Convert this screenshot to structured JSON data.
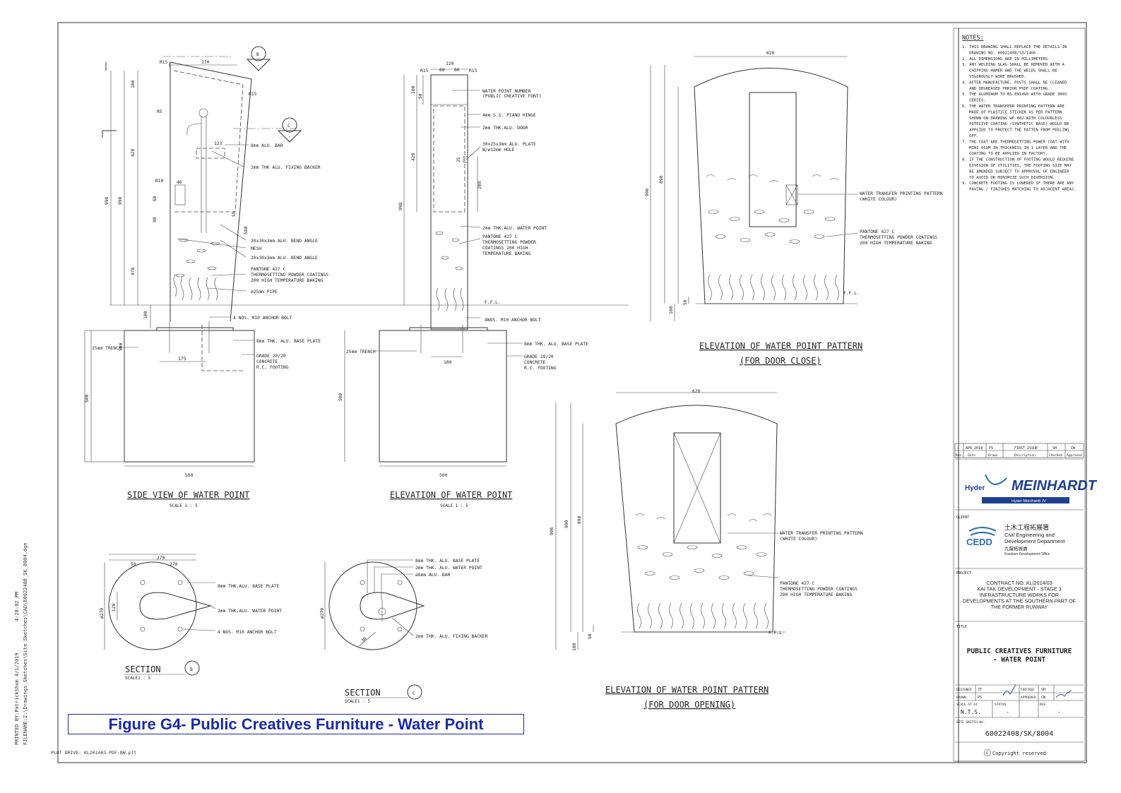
{
  "figure_caption": "Figure G4- Public Creatives Furniture - Water Point",
  "printed_by": "PRINTED BY:PatrickShum  4/1/2019",
  "print_time": "4:28:02 PM",
  "filename": "FILENAME:Z:\\Drawings_Sketches\\Site Sketches\\CAD\\60022408_SK_8004.dgn",
  "plot_drive": "PLOT DRIVE:  KL201403-PDF-BW.plt",
  "views": {
    "side_view": {
      "title": "SIDE VIEW OF WATER POINT",
      "scale": "SCALE 1 : 5"
    },
    "elevation": {
      "title": "ELEVATION OF WATER POINT",
      "scale": "SCALE 1 : 5"
    },
    "pattern_close": {
      "title": "ELEVATION OF WATER POINT PATTERN",
      "subtitle": "(FOR DOOR CLOSE)"
    },
    "pattern_open": {
      "title": "ELEVATION OF WATER POINT PATTERN",
      "subtitle": "(FOR DOOR OPENING)"
    },
    "section_b": {
      "title": "SECTION",
      "scale": "SCALE1 : 5",
      "mark": "B"
    },
    "section_c": {
      "title": "SECTION",
      "scale": "SCALE1 : 5",
      "mark": "C"
    }
  },
  "section_marks": {
    "b": "B",
    "c": "C",
    "dash": "-"
  },
  "side_labels": {
    "alu_bar": "8mm ALU. BAR",
    "fixing_backer": "2mm THK ALU. FIXING BACKER",
    "bend_angle_1": "20x30x3mm ALU. BEND ANGLE",
    "mesh": "MESH",
    "bend_angle_2": "20x30x3mm ALU. BEND ANGLE",
    "pantone_1": "PANTONE 427 C",
    "pantone_2": "THERMOSETTING POWDER COATINGS",
    "pantone_3": "200 HIGH TEMPERATURE BAKING",
    "pipe": "ø25mm PIPE",
    "anchor": "4 NOS. M10 ANCHOR BOLT",
    "base_plate": "8mm THK. ALU. BASE PLATE",
    "trench": "25mm TRENCH",
    "grade_1": "GRADE 20/20",
    "grade_2": "CONCRETE",
    "grade_3": "R.C. FOOTING"
  },
  "side_dims": {
    "w270": "270",
    "r15a": "R15",
    "r15b": "R15",
    "r5": "R5",
    "d100": "100",
    "d420": "420",
    "d68": "68",
    "d90": "90",
    "d998a": "998",
    "d998b": "998",
    "d478": "478",
    "d100b": "100",
    "d123": "123",
    "d40": "40",
    "r10": "R10",
    "d55": "55",
    "d580": "580",
    "d175": "175",
    "d500h": "500",
    "d500w": "500"
  },
  "elev_labels": {
    "wpn_1": "WATER POINT NUMBER",
    "wpn_2": "(PUBLIC CREATIVE FONT)",
    "hinge": "4mm S.S. PIANO HINGE",
    "door": "2mm THK.ALU. DOOR",
    "plate_1": "30x25x3mm ALU. PLATE",
    "plate_2": "W/ø12mm HOLE",
    "wp": "2mm THK.ALU. WATER POINT",
    "pantone_1": "PANTONE 427 C",
    "pantone_2": "THERMOSETTING POWDER",
    "pantone_3": "COATINGS 200 HIGH",
    "pantone_4": "TEMPERATURE BAKING",
    "ffl": "F.F.L.",
    "anchor": "4NOS. M10 ANCHOR BOLT",
    "base_plate": "8mm THK. ALU. BASE PLATE",
    "trench": "25mm TRENCH",
    "grade_1": "GRADE 20/20",
    "grade_2": "CONCRETE",
    "grade_3": "R.C. FOOTING"
  },
  "elev_dims": {
    "d120": "120",
    "d60a": "60",
    "d60b": "60",
    "r15a": "R15",
    "r15b": "R15",
    "d100": "100",
    "d50": "50",
    "d420": "420",
    "d25": "25",
    "d208": "208",
    "d998": "998",
    "d100b": "100",
    "d500h": "500",
    "d500w": "500"
  },
  "pattern_labels": {
    "wtp_1": "WATER TRANSFER PRINTING PATTERN",
    "wtp_2": "(WHITE COLOUR)",
    "pantone_1": "PANTONE 427 C",
    "pantone_2": "THERMOSETTING POWDER COATINGS",
    "pantone_3": "200 HIGH TEMPERATURE BAKING",
    "ffl": "F.F.L."
  },
  "pattern_dims": {
    "w620": "620",
    "d996": "996",
    "d990": "990",
    "d890": "890",
    "d100": "100",
    "d50": "50"
  },
  "section_labels": {
    "b_plate": "8mm THK.ALU. BASE PLATE",
    "b_wp": "2mm THK.ALU. WATER POINT",
    "b_anchor": "4 NOS. M10 ANCHOR BOLT",
    "c_plate": "8mm THK. ALU. BASE PLATE",
    "c_wp": "2mm THK. ALU. WATER POINT",
    "c_bar": "ø8mm ALU. BAR",
    "c_backer": "2mm THK. ALU. FIXING BACKER"
  },
  "section_dims": {
    "b270a": "270",
    "b50": "50",
    "b270b": "270",
    "b120": "120",
    "bdia": "ø270",
    "cdia": "ø270",
    "c30": "30"
  },
  "notes": {
    "heading": "NOTES:",
    "lines": [
      "1. THIS DRAWING SHALL REPLACE THE DETAILS IN",
      "   DRAWING NO. 60022408/S3/1466.",
      "2. ALL DIMENSIONS ARE IN MILLIMETERS.",
      "3. ANY WELDING SLAG SHALL BE REMOVED WITH A",
      "   CHIPPING HAMER AND THE WELDS SHALL BE",
      "   VIGOROUSLY WIRE BRUSHED.",
      "4. AFTER MANUFACTURE, POSTS SHALL BE CLEANED",
      "   AND DEGREASED PRRIOR PVDF COATING.",
      "5. THE ALUMINUM TO BS EN1490 WITH GRADE 3003",
      "   SERIES.",
      "6. THE WATER TRANSFERR PRINTING PATTERN ARE",
      "   MADE OF PLASTICE STICKER AS PER PATTERN",
      "   SHOWN ON DRAWING WP-002 WITH COLOURLESS",
      "   POTECIVE COATING (SYNTHETIC BASE) WOULD BE",
      "   APPLIED TO PROTECT THE PATTEN FROM PEELING",
      "   OFF.",
      "7. THE COAT ARE THERMOSETTING POWER COAT WITH",
      "   MINI 65UM IN THICKNESS IN 1 LAYER AND THE",
      "   COATING TO BE APPLIED IN FACTORY.",
      "8. IF THE CONSTRUCTION OF FOOTING WOULD REQUIRE",
      "   DIVESION OF UTILITIES, THE FOOTING SIZE MAY",
      "   BE AMENDED SUBJECT TO APPROVAL OF ENGINEER",
      "   TO AVOID OR MINIMIZE SUCH DIVERSION.",
      "9. CONCRETE FOOTING IS LOWERED IF THERE ARE ANY",
      "   PAVING / FINISHES MATCHING TO ADJACENT AREAS."
    ]
  },
  "revision": {
    "row": [
      "-",
      "APR 2018",
      "PS",
      "FIRST ISSUE",
      "SH",
      "CW"
    ],
    "headers": [
      "Rev.",
      "Date",
      "Drawn",
      "Description",
      "Checked",
      "Approved"
    ]
  },
  "consultant": {
    "hyder": "Hyder",
    "meinhardt": "MEINHARDT",
    "jv": "Hyder-Meinhardt JV"
  },
  "client": {
    "label": "CLIENT",
    "cedd": "CEDD",
    "name_cn": "土木工程拓展署",
    "name_en_1": "Civil Engineering and",
    "name_en_2": "Development Department",
    "office_cn": "九龍拓展處",
    "office_en": "Kowloon Development Office"
  },
  "project": {
    "label": "PROJECT",
    "lines": [
      "CONTRACT NO. KL/2014/03",
      "KAI TAK DEVELOPMENT - STAGE 3",
      "INFRASTRUCTURE WORKS FOR",
      "DEVELOPMENTS AT THE SOUTHERN PART OF",
      "THE FORMER RUNWAY"
    ]
  },
  "title_block": {
    "label": "TITLE",
    "line1": "PUBLIC CREATIVES FURNITURE",
    "line2": "- WATER POINT"
  },
  "sign": {
    "designed": "DESIGNED",
    "designed_v": "JT",
    "checked": "CHECKED",
    "checked_v": "SH",
    "drawn": "DRAWN",
    "drawn_v": "PS",
    "approved": "APPROVED",
    "approved_v": "CW",
    "scale_label": "SCALE AT A1",
    "scale_v": "N.T.S.",
    "status_label": "STATUS",
    "status_v": "-",
    "rev_label": "REV",
    "rev_v": "-"
  },
  "sketch": {
    "label": "SITE SKETCH No.",
    "number": "60022408/SK/8004",
    "copyright": "Copyright reserved"
  },
  "colors": {
    "caption": "#1a2aa8",
    "meinhardt_blue": "#1d3f8f",
    "cedd_blue": "#2a6db5"
  }
}
